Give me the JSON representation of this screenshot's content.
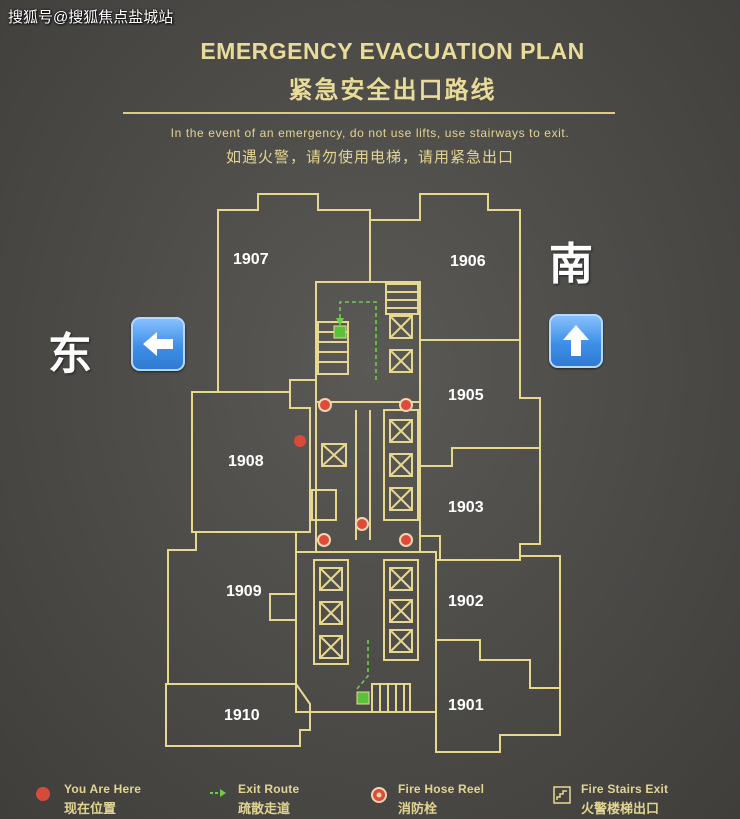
{
  "watermark": "搜狐号@搜狐焦点盐城站",
  "title": {
    "en": "EMERGENCY EVACUATION PLAN",
    "cn": "紧急安全出口路线"
  },
  "notice": {
    "en": "In the event of an emergency, do not use lifts, use stairways to exit.",
    "cn": "如遇火警，请勿使用电梯，请用紧急出口"
  },
  "directions": {
    "east": "东",
    "south": "南",
    "east_arrow_icon": "left-arrow-icon",
    "south_arrow_icon": "up-arrow-icon"
  },
  "rooms": [
    "1907",
    "1906",
    "1905",
    "1908",
    "1903",
    "1909",
    "1902",
    "1910",
    "1901"
  ],
  "legend": [
    {
      "en": "You Are Here",
      "cn": "现在位置",
      "icon": "red-dot-icon"
    },
    {
      "en": "Exit Route",
      "cn": "疏散走道",
      "icon": "green-arrow-icon"
    },
    {
      "en": "Fire Hose Reel",
      "cn": "消防栓",
      "icon": "fire-hose-reel-icon"
    },
    {
      "en": "Fire Stairs Exit",
      "cn": "火警楼梯出口",
      "icon": "stairs-exit-icon"
    }
  ],
  "colors": {
    "line": "#e6d98f",
    "you_are_here": "#d84a3a",
    "exit_route": "#6ccf4a",
    "hose_reel": "#e04a3a",
    "arrow_blue": "#3d8fe8"
  }
}
